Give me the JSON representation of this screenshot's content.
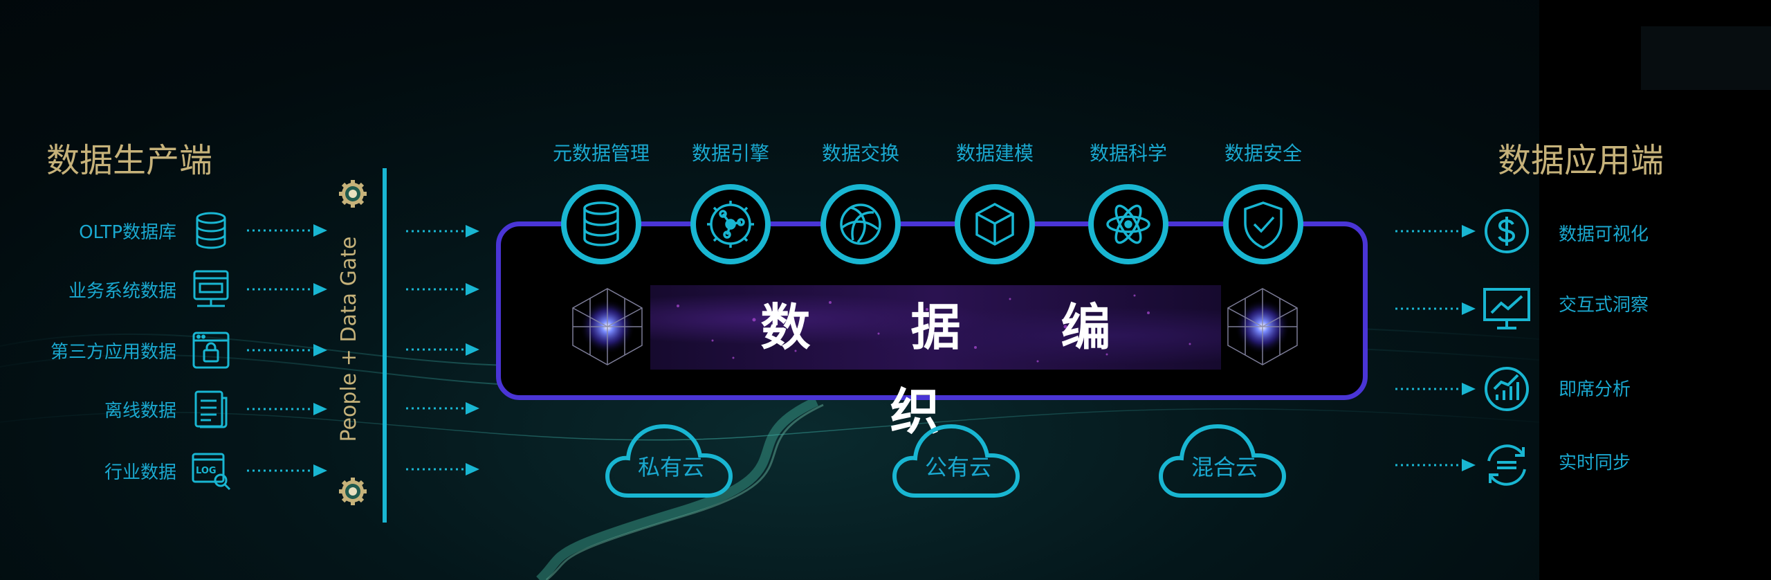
{
  "producers": {
    "title": "数据生产端",
    "items": [
      {
        "label": "OLTP数据库",
        "icon": "database-icon"
      },
      {
        "label": "业务系统数据",
        "icon": "server-icon"
      },
      {
        "label": "第三方应用数据",
        "icon": "app-window-icon"
      },
      {
        "label": "离线数据",
        "icon": "document-icon"
      },
      {
        "label": "行业数据",
        "icon": "log-search-icon"
      }
    ]
  },
  "gate": {
    "label": "People + Data Gate"
  },
  "capabilities": [
    {
      "label": "元数据管理",
      "icon": "database-icon"
    },
    {
      "label": "数据引擎",
      "icon": "engine-icon"
    },
    {
      "label": "数据交换",
      "icon": "exchange-icon"
    },
    {
      "label": "数据建模",
      "icon": "cube-icon"
    },
    {
      "label": "数据科学",
      "icon": "atom-icon"
    },
    {
      "label": "数据安全",
      "icon": "shield-icon"
    }
  ],
  "core": {
    "label": "数 据 编 织"
  },
  "clouds": [
    {
      "label": "私有云"
    },
    {
      "label": "公有云"
    },
    {
      "label": "混合云"
    }
  ],
  "consumers": {
    "title": "数据应用端",
    "items": [
      {
        "label": "数据可视化",
        "icon": "dollar-icon"
      },
      {
        "label": "交互式洞察",
        "icon": "chart-board-icon"
      },
      {
        "label": "即席分析",
        "icon": "analytics-icon"
      },
      {
        "label": "实时同步",
        "icon": "sync-icon"
      }
    ]
  },
  "colors": {
    "accent": "#19b6d2",
    "gold": "#c6b27a",
    "frame": "#4a35d6",
    "background": "#020b0e"
  }
}
